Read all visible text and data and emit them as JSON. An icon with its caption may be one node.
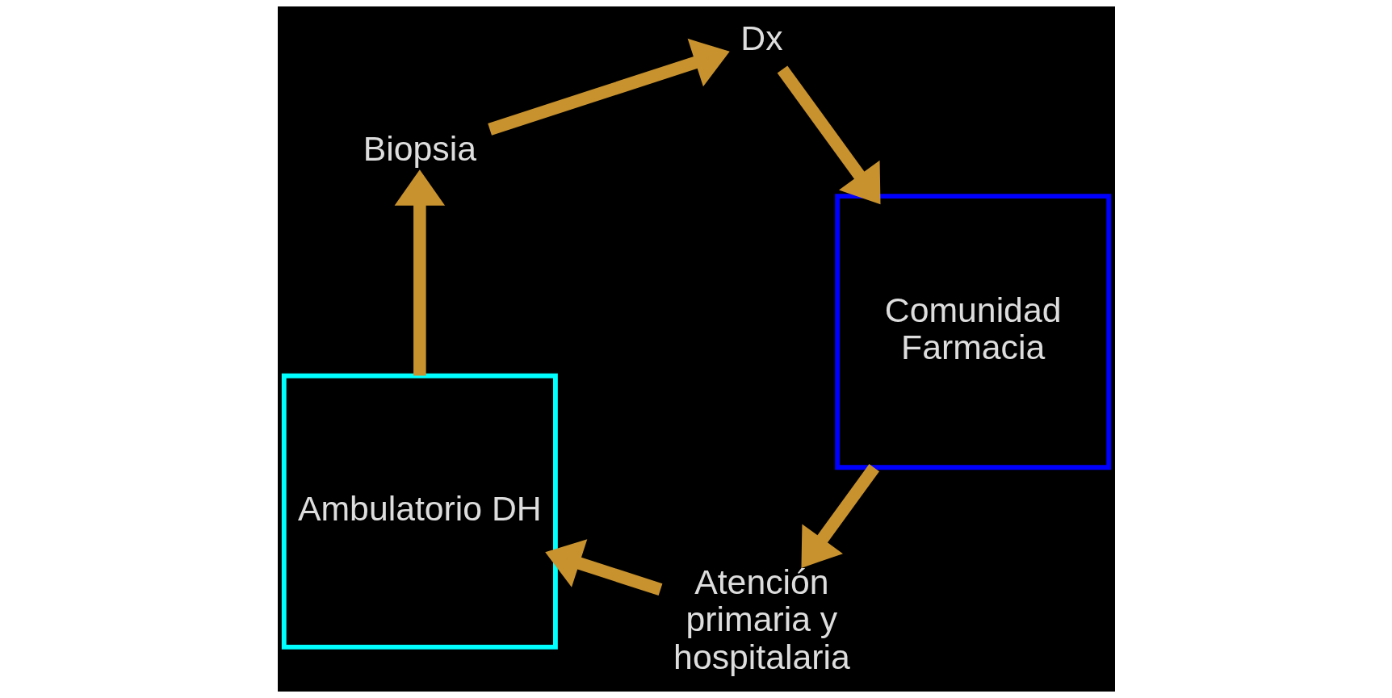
{
  "diagram": {
    "nodes": [
      {
        "text": [
          "Atención primaria y hospitalaria"
        ]
      },
      {
        "text": [
          "Ambulatorio DH"
        ]
      },
      {
        "text": [
          "Biopsia"
        ]
      },
      {
        "text": [
          "Dx"
        ]
      },
      {
        "text": [
          "Comunidad Farmacia"
        ]
      }
    ],
    "edges": [
      {
        "from": 0,
        "to": 1,
        "arrow": "to"
      },
      {
        "from": 1,
        "to": 2,
        "arrow": "to"
      },
      {
        "from": 2,
        "to": 3,
        "arrow": "to"
      },
      {
        "from": 3,
        "to": 4,
        "arrow": "to"
      },
      {
        "from": 4,
        "to": 0,
        "arrow": "to"
      }
    ]
  }
}
